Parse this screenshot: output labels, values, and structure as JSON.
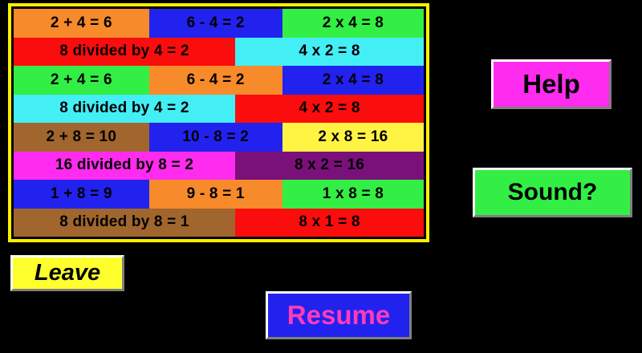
{
  "panel": {
    "border_color": "#FFF000",
    "rows": [
      {
        "name": "facts-row-1",
        "layout": "tri",
        "cells": [
          {
            "text": "2 + 4 = 6",
            "bg": "#F78A2B"
          },
          {
            "text": "6 - 4 = 2",
            "bg": "#2222EE"
          },
          {
            "text": "2 x 4 = 8",
            "bg": "#33EE44"
          }
        ]
      },
      {
        "name": "facts-row-2",
        "layout": "duo",
        "cells": [
          {
            "text": "8 divided by 4 = 2",
            "bg": "#FB0D0D"
          },
          {
            "text": "4 x 2 = 8",
            "bg": "#44EEF5"
          }
        ]
      },
      {
        "name": "facts-row-3",
        "layout": "tri",
        "cells": [
          {
            "text": "2 + 4 = 6",
            "bg": "#33EE44"
          },
          {
            "text": "6 - 4 = 2",
            "bg": "#F78A2B"
          },
          {
            "text": "2 x 4 = 8",
            "bg": "#2222EE"
          }
        ]
      },
      {
        "name": "facts-row-4",
        "layout": "duo",
        "cells": [
          {
            "text": "8 divided by 4 = 2",
            "bg": "#44EEF5"
          },
          {
            "text": "4 x 2 = 8",
            "bg": "#FB0D0D"
          }
        ]
      },
      {
        "name": "facts-row-5",
        "layout": "tri",
        "cells": [
          {
            "text": "2 + 8 = 10",
            "bg": "#A0662E"
          },
          {
            "text": "10 - 8 = 2",
            "bg": "#2222EE"
          },
          {
            "text": "2 x 8 = 16",
            "bg": "#FFF344"
          }
        ]
      },
      {
        "name": "facts-row-6",
        "layout": "duo",
        "cells": [
          {
            "text": "16 divided by 8 = 2",
            "bg": "#FF2BEE"
          },
          {
            "text": "8 x 2 = 16",
            "bg": "#7A117A"
          }
        ]
      },
      {
        "name": "facts-row-7",
        "layout": "tri",
        "cells": [
          {
            "text": "1 + 8 = 9",
            "bg": "#2222EE"
          },
          {
            "text": "9 - 8 = 1",
            "bg": "#F78A2B"
          },
          {
            "text": "1 x 8 = 8",
            "bg": "#33EE44"
          }
        ]
      },
      {
        "name": "facts-row-8",
        "layout": "duo",
        "cells": [
          {
            "text": "8 divided by 8 = 1",
            "bg": "#A0662E"
          },
          {
            "text": "8 x 1 = 8",
            "bg": "#FB0D0D"
          }
        ]
      }
    ]
  },
  "buttons": {
    "help": {
      "label": "Help",
      "bg": "#FF2BEE",
      "fg": "#000000"
    },
    "sound": {
      "label": "Sound?",
      "bg": "#33EE44",
      "fg": "#000000"
    },
    "leave": {
      "label": "Leave",
      "bg": "#FFFF2D",
      "fg": "#000000"
    },
    "resume": {
      "label": "Resume",
      "bg": "#2222EE",
      "fg": "#FF3BBB"
    }
  }
}
